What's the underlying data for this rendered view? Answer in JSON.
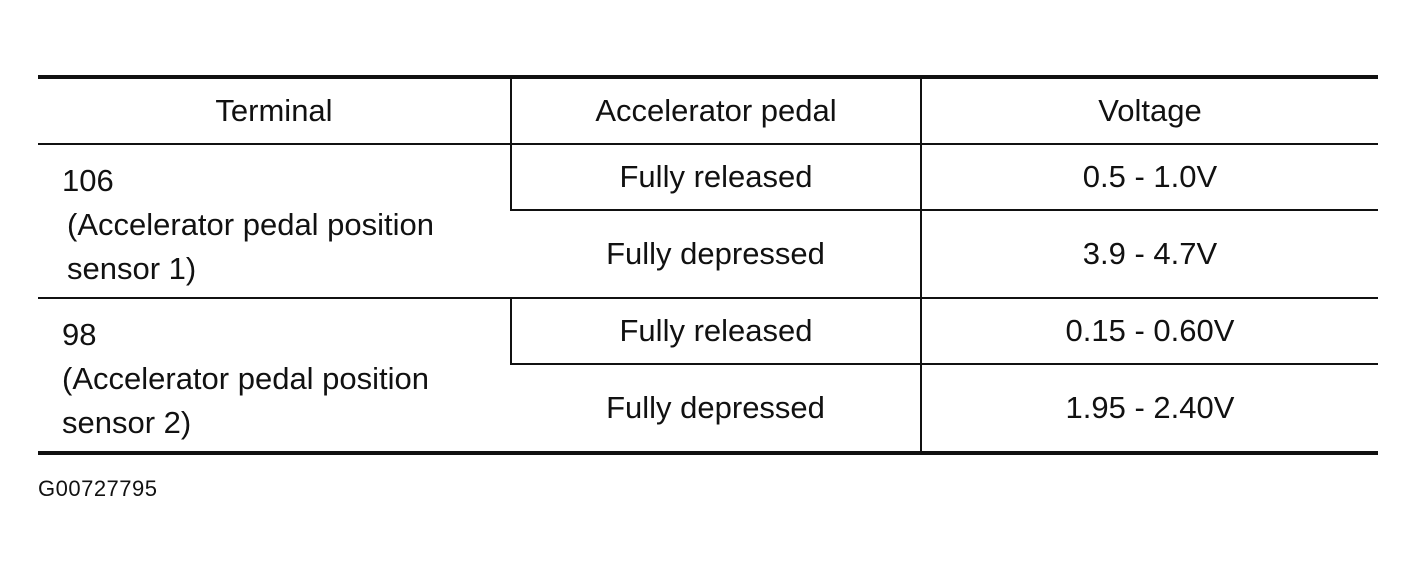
{
  "table": {
    "headers": {
      "terminal": "Terminal",
      "pedal": "Accelerator pedal",
      "voltage": "Voltage"
    },
    "rows": [
      {
        "terminal_number": "106",
        "terminal_description": "(Accelerator pedal position sensor 1)",
        "conditions": [
          {
            "pedal": "Fully released",
            "voltage": "0.5 - 1.0V"
          },
          {
            "pedal": "Fully depressed",
            "voltage": "3.9 - 4.7V"
          }
        ]
      },
      {
        "terminal_number": "98",
        "terminal_description": "(Accelerator pedal position sensor 2)",
        "conditions": [
          {
            "pedal": "Fully released",
            "voltage": "0.15 - 0.60V"
          },
          {
            "pedal": "Fully depressed",
            "voltage": "1.95 - 2.40V"
          }
        ]
      }
    ]
  },
  "figure_id": "G00727795"
}
